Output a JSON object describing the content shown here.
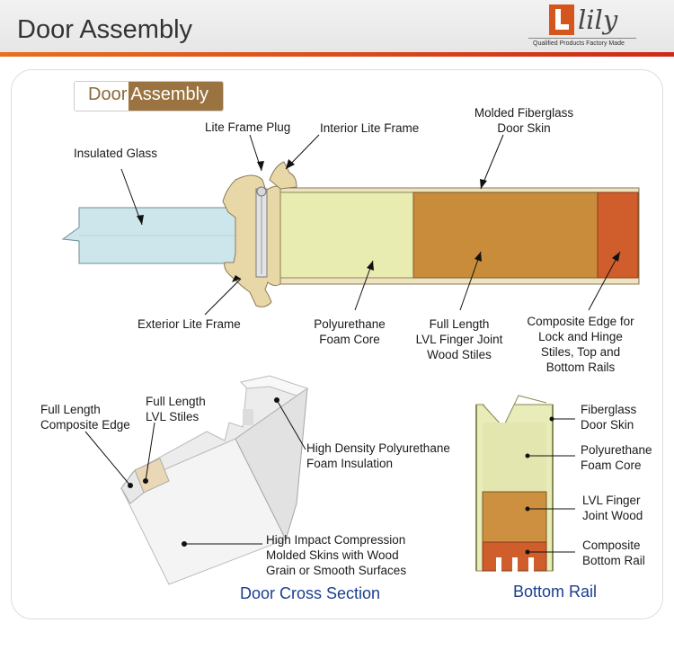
{
  "header": {
    "title": "Door Assembly",
    "logo_text": "lily",
    "logo_tagline": "Qualified Products Factory Made",
    "accent_colors": [
      "#e8701e",
      "#cc2a1a"
    ]
  },
  "badge": {
    "left": "Door",
    "right": "Assembly"
  },
  "top_labels": {
    "insulated_glass": "Insulated Glass",
    "lite_frame_plug": "Lite Frame Plug",
    "interior_lite_frame": "Interior Lite Frame",
    "fiberglass_skin": [
      "Molded Fiberglass",
      "Door Skin"
    ],
    "exterior_lite_frame": "Exterior Lite Frame",
    "foam_core": [
      "Polyurethane",
      "Foam Core"
    ],
    "lvl_stiles": [
      "Full Length",
      "LVL Finger Joint",
      "Wood Stiles"
    ],
    "composite_edge": [
      "Composite Edge for",
      "Lock and Hinge",
      "Stiles, Top and",
      "Bottom Rails"
    ]
  },
  "cross_section": {
    "title": "Door Cross Section",
    "composite_edge": [
      "Full Length",
      "Composite Edge"
    ],
    "lvl_stiles": [
      "Full Length",
      "LVL Stiles"
    ],
    "foam_insulation": [
      "High Density Polyurethane",
      "Foam Insulation"
    ],
    "skins": [
      "High Impact Compression",
      "Molded Skins with Wood",
      "Grain or Smooth Surfaces"
    ]
  },
  "bottom_rail": {
    "title": "Bottom Rail",
    "fiberglass_skin": [
      "Fiberglass",
      "Door Skin"
    ],
    "foam_core": [
      "Polyurethane",
      "Foam Core"
    ],
    "lvl_wood": [
      "LVL Finger",
      "Joint Wood"
    ],
    "composite_rail": [
      "Composite",
      "Bottom Rail"
    ]
  }
}
